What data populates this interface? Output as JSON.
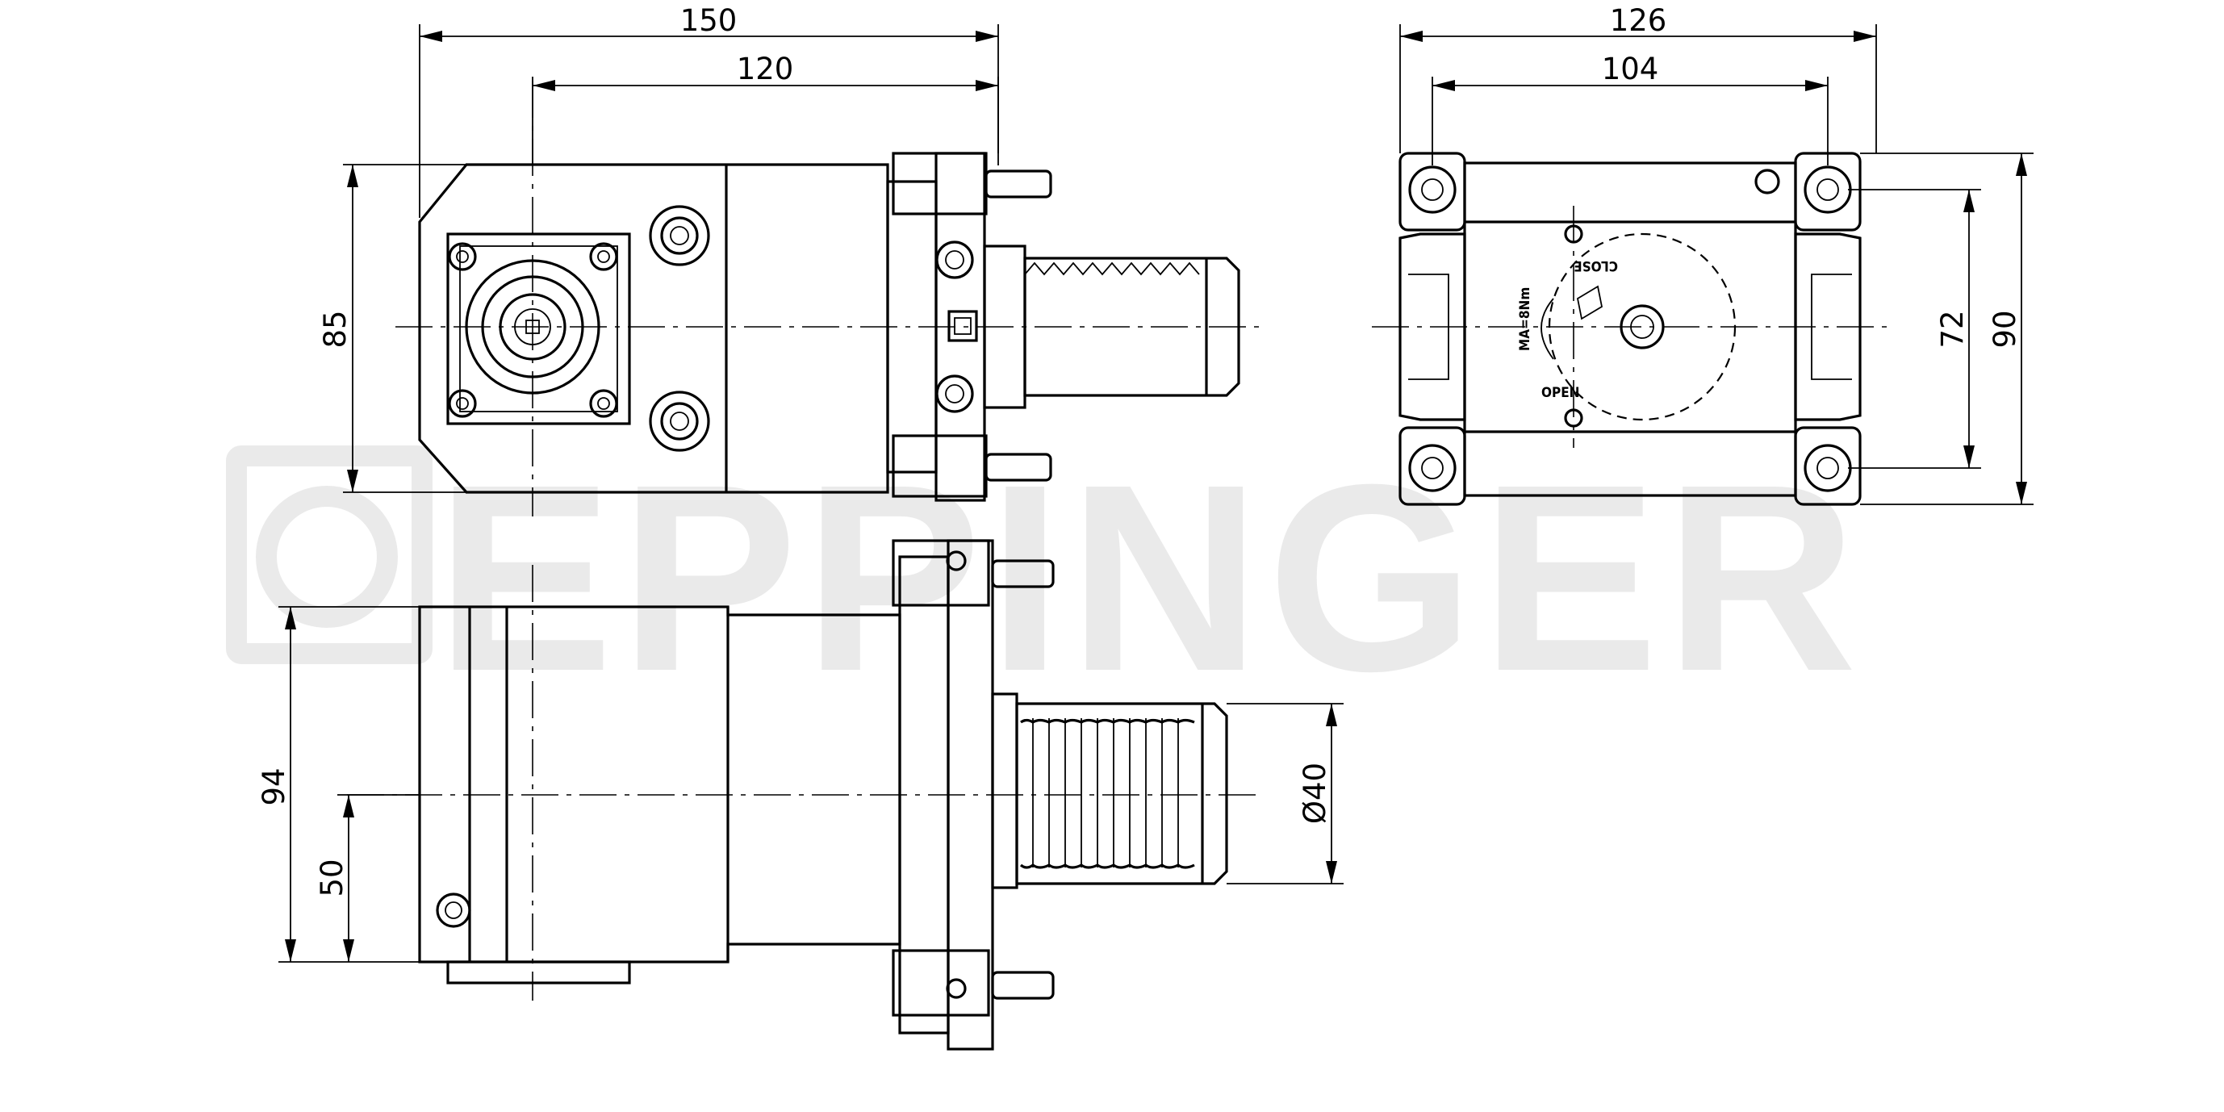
{
  "watermark": {
    "brand": "EPPINGER",
    "color": "#d9d9d9"
  },
  "dimensions": {
    "top_width_overall": "150",
    "top_width_inner": "120",
    "front_height": "85",
    "end_width_overall": "126",
    "end_width_inner": "104",
    "end_height_inner": "72",
    "end_height_overall": "90",
    "side_height_overall": "94",
    "side_height_axis": "50",
    "shank_diameter": "Ø40"
  },
  "labels": {
    "close": "CLOSE",
    "open": "OPEN",
    "torque": "MA=8Nm"
  },
  "colors": {
    "line": "#000000",
    "background": "#ffffff"
  }
}
